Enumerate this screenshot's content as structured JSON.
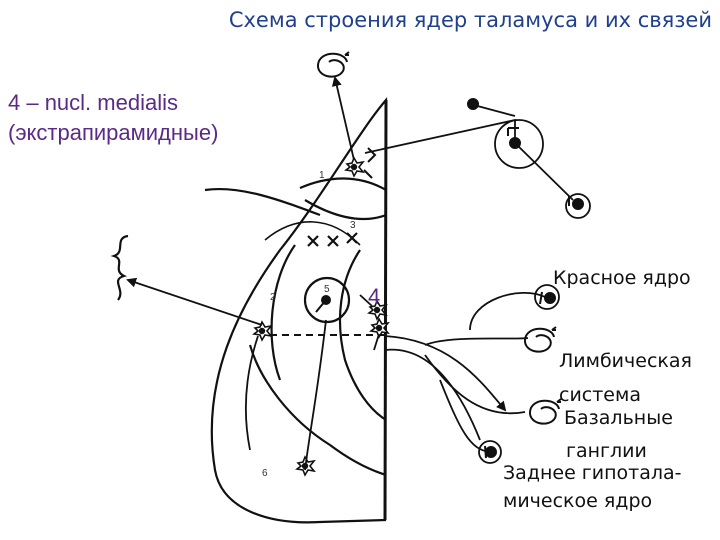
{
  "title": "Схема строения ядер таламуса и их связей",
  "subtitle": {
    "line1": "4 – nucl. medialis",
    "line2": "(экстрапирамидные)"
  },
  "nucleus_labels": {
    "n1": "1",
    "n2": "2",
    "n3": "3",
    "n4": "4",
    "n5": "5",
    "n6": "6"
  },
  "targets": {
    "red_nucleus": "Красное ядро",
    "limbic_1": "Лимбическая",
    "limbic_2": "система",
    "basal_1": "Базальные",
    "basal_2": "ганглии",
    "hypo_1": "Заднее гипотала-",
    "hypo_2": "мическое ядро"
  }
}
